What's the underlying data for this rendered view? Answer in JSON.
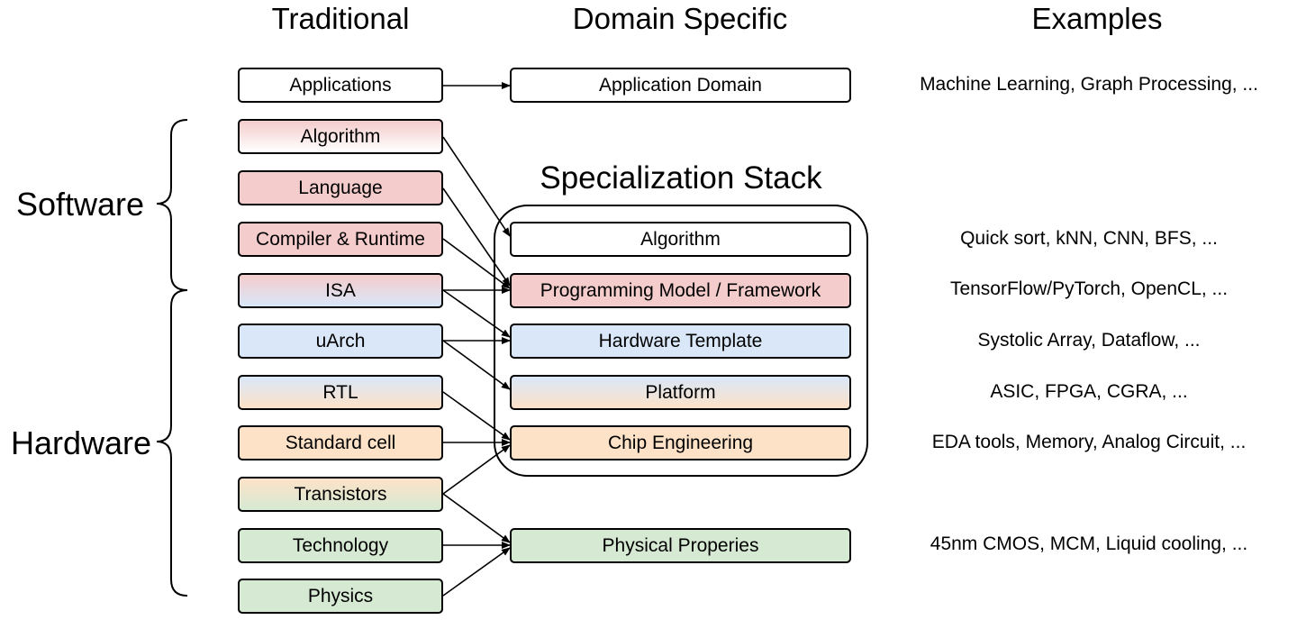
{
  "headers": {
    "traditional": "Traditional",
    "domain_specific": "Domain Specific",
    "examples": "Examples"
  },
  "side_labels": {
    "software": "Software",
    "hardware": "Hardware"
  },
  "traditional": {
    "applications": "Applications",
    "algorithm": "Algorithm",
    "language": "Language",
    "compiler_runtime": "Compiler & Runtime",
    "isa": "ISA",
    "uarch": "uArch",
    "rtl": "RTL",
    "standard_cell": "Standard cell",
    "transistors": "Transistors",
    "technology": "Technology",
    "physics": "Physics"
  },
  "domain_specific": {
    "application_domain": "Application Domain",
    "stack_title": "Specialization Stack",
    "algorithm": "Algorithm",
    "programming_model": "Programming Model / Framework",
    "hardware_template": "Hardware Template",
    "platform": "Platform",
    "chip_engineering": "Chip Engineering",
    "physical_properies": "Physical Properies"
  },
  "examples": {
    "application_domain": "Machine Learning, Graph Processing, ...",
    "algorithm": "Quick sort, kNN, CNN, BFS, ...",
    "programming_model": "TensorFlow/PyTorch, OpenCL, ...",
    "hardware_template": "Systolic Array, Dataflow, ...",
    "platform": "ASIC, FPGA, CGRA, ...",
    "chip_engineering": "EDA tools, Memory, Analog Circuit, ...",
    "physical_properies": "45nm CMOS, MCM, Liquid cooling, ..."
  },
  "colors": {
    "software_red": "#f4cccc",
    "hardware_blue": "#d9e7f9",
    "circuit_orange": "#fde2c8",
    "physical_green": "#d6ead3",
    "stroke": "#000000"
  }
}
